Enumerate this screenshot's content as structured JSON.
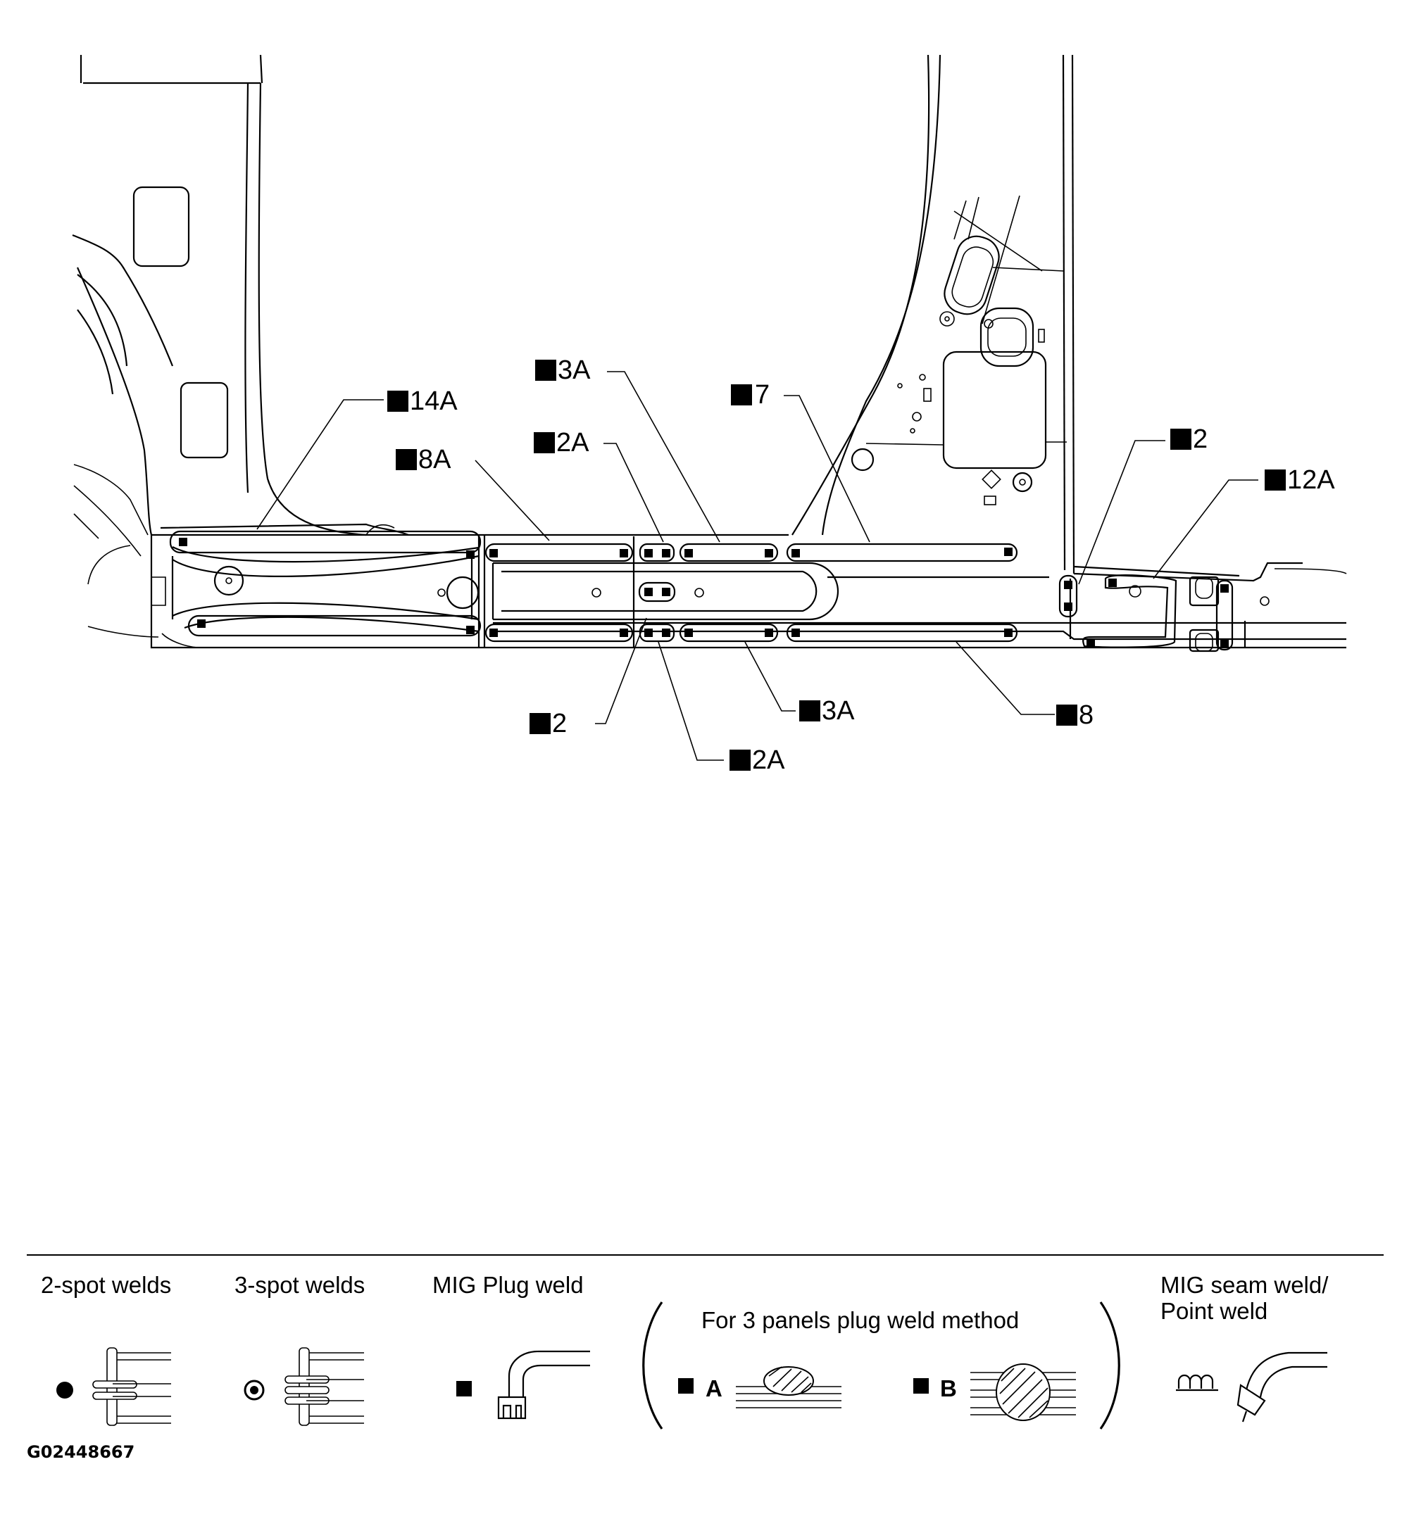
{
  "diagram": {
    "callouts": {
      "c14A": "14A",
      "c8A_top": "8A",
      "c2A_top": "2A",
      "c3A_top": "3A",
      "c7": "7",
      "c2_right": "2",
      "c12A": "12A",
      "c2_bottom": "2",
      "c2A_bottom": "2A",
      "c3A_bottom": "3A",
      "c8_bottom": "8"
    }
  },
  "legend": {
    "two_spot": "2-spot welds",
    "three_spot": "3-spot welds",
    "mig_plug": "MIG Plug weld",
    "three_panel_title": "For 3 panels plug weld method",
    "method_a": "A",
    "method_b": "B",
    "mig_seam_line1": "MIG seam weld/",
    "mig_seam_line2": "Point weld"
  },
  "figure_code": "G02448667"
}
